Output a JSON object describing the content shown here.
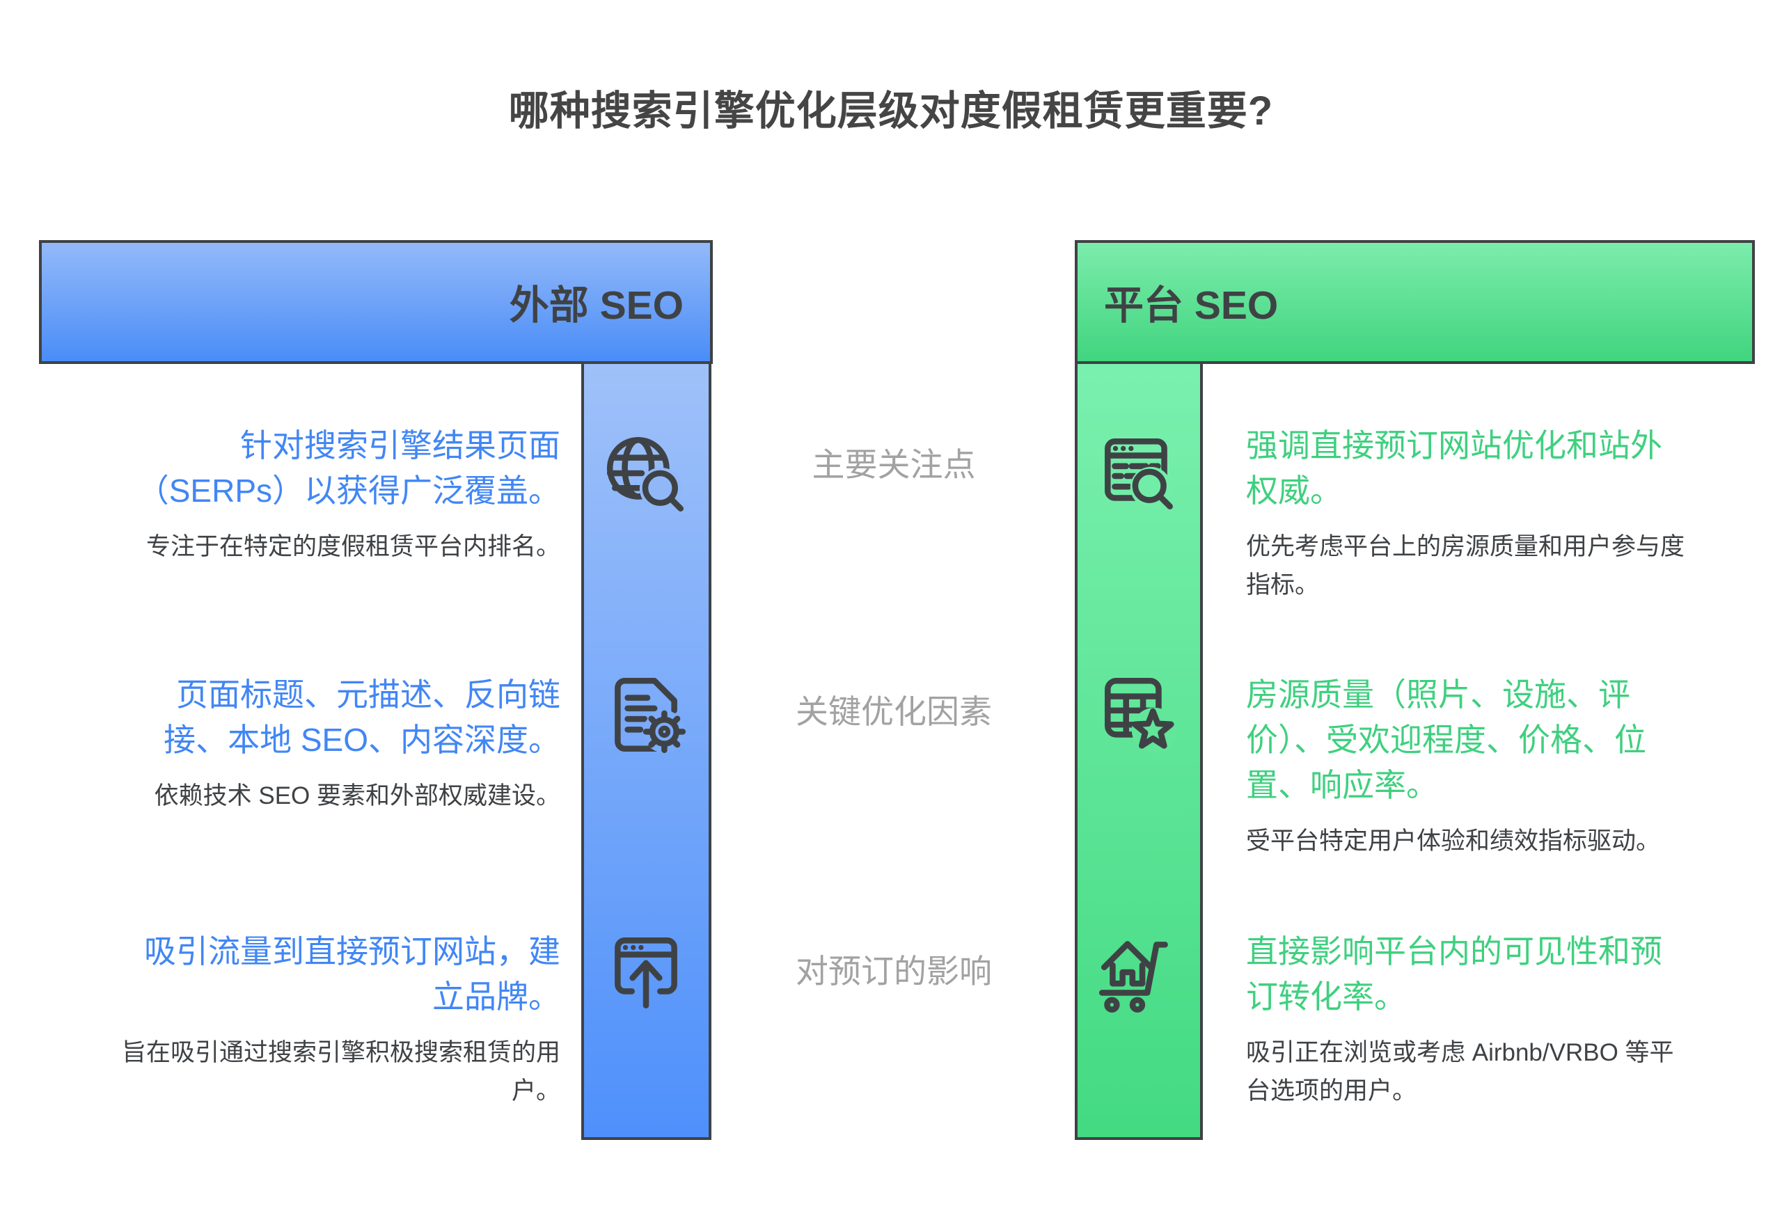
{
  "title": "哪种搜索引擎优化层级对度假租赁更重要?",
  "colors": {
    "blue_accent": "#4a8df8",
    "blue_text": "#4186f5",
    "green_accent": "#41d57f",
    "green_text": "#3fd07f",
    "border_dark": "#3f4245",
    "body_text": "#3f4245",
    "center_label_gray": "#a2a2a2",
    "background": "#ffffff"
  },
  "center_labels": [
    "主要关注点",
    "关键优化因素",
    "对预订的影响"
  ],
  "left": {
    "header": "外部 SEO",
    "rows": [
      {
        "icon": "globe-search-icon",
        "highlight": "针对搜索引擎结果页面\n（SERPs）以获得广泛覆盖。",
        "detail": "专注于在特定的度假租赁平台内排名。"
      },
      {
        "icon": "document-gear-icon",
        "highlight": "页面标题、元描述、反向链\n接、本地 SEO、内容深度。",
        "detail": "依赖技术 SEO 要素和外部权威建设。"
      },
      {
        "icon": "browser-upload-icon",
        "highlight": "吸引流量到直接预订网站，建\n立品牌。",
        "detail": "旨在吸引通过搜索引擎积极搜索租赁的用\n户。"
      }
    ]
  },
  "right": {
    "header": "平台 SEO",
    "rows": [
      {
        "icon": "browser-search-icon",
        "highlight": "强调直接预订网站优化和站外\n权威。",
        "detail": "优先考虑平台上的房源质量和用户参与度\n指标。"
      },
      {
        "icon": "table-star-icon",
        "highlight": "房源质量（照片、设施、评\n价）、受欢迎程度、价格、位\n置、响应率。",
        "detail": "受平台特定用户体验和绩效指标驱动。"
      },
      {
        "icon": "cart-home-icon",
        "highlight": "直接影响平台内的可见性和预\n订转化率。",
        "detail": "吸引正在浏览或考虑 Airbnb/VRBO 等平\n台选项的用户。"
      }
    ]
  }
}
